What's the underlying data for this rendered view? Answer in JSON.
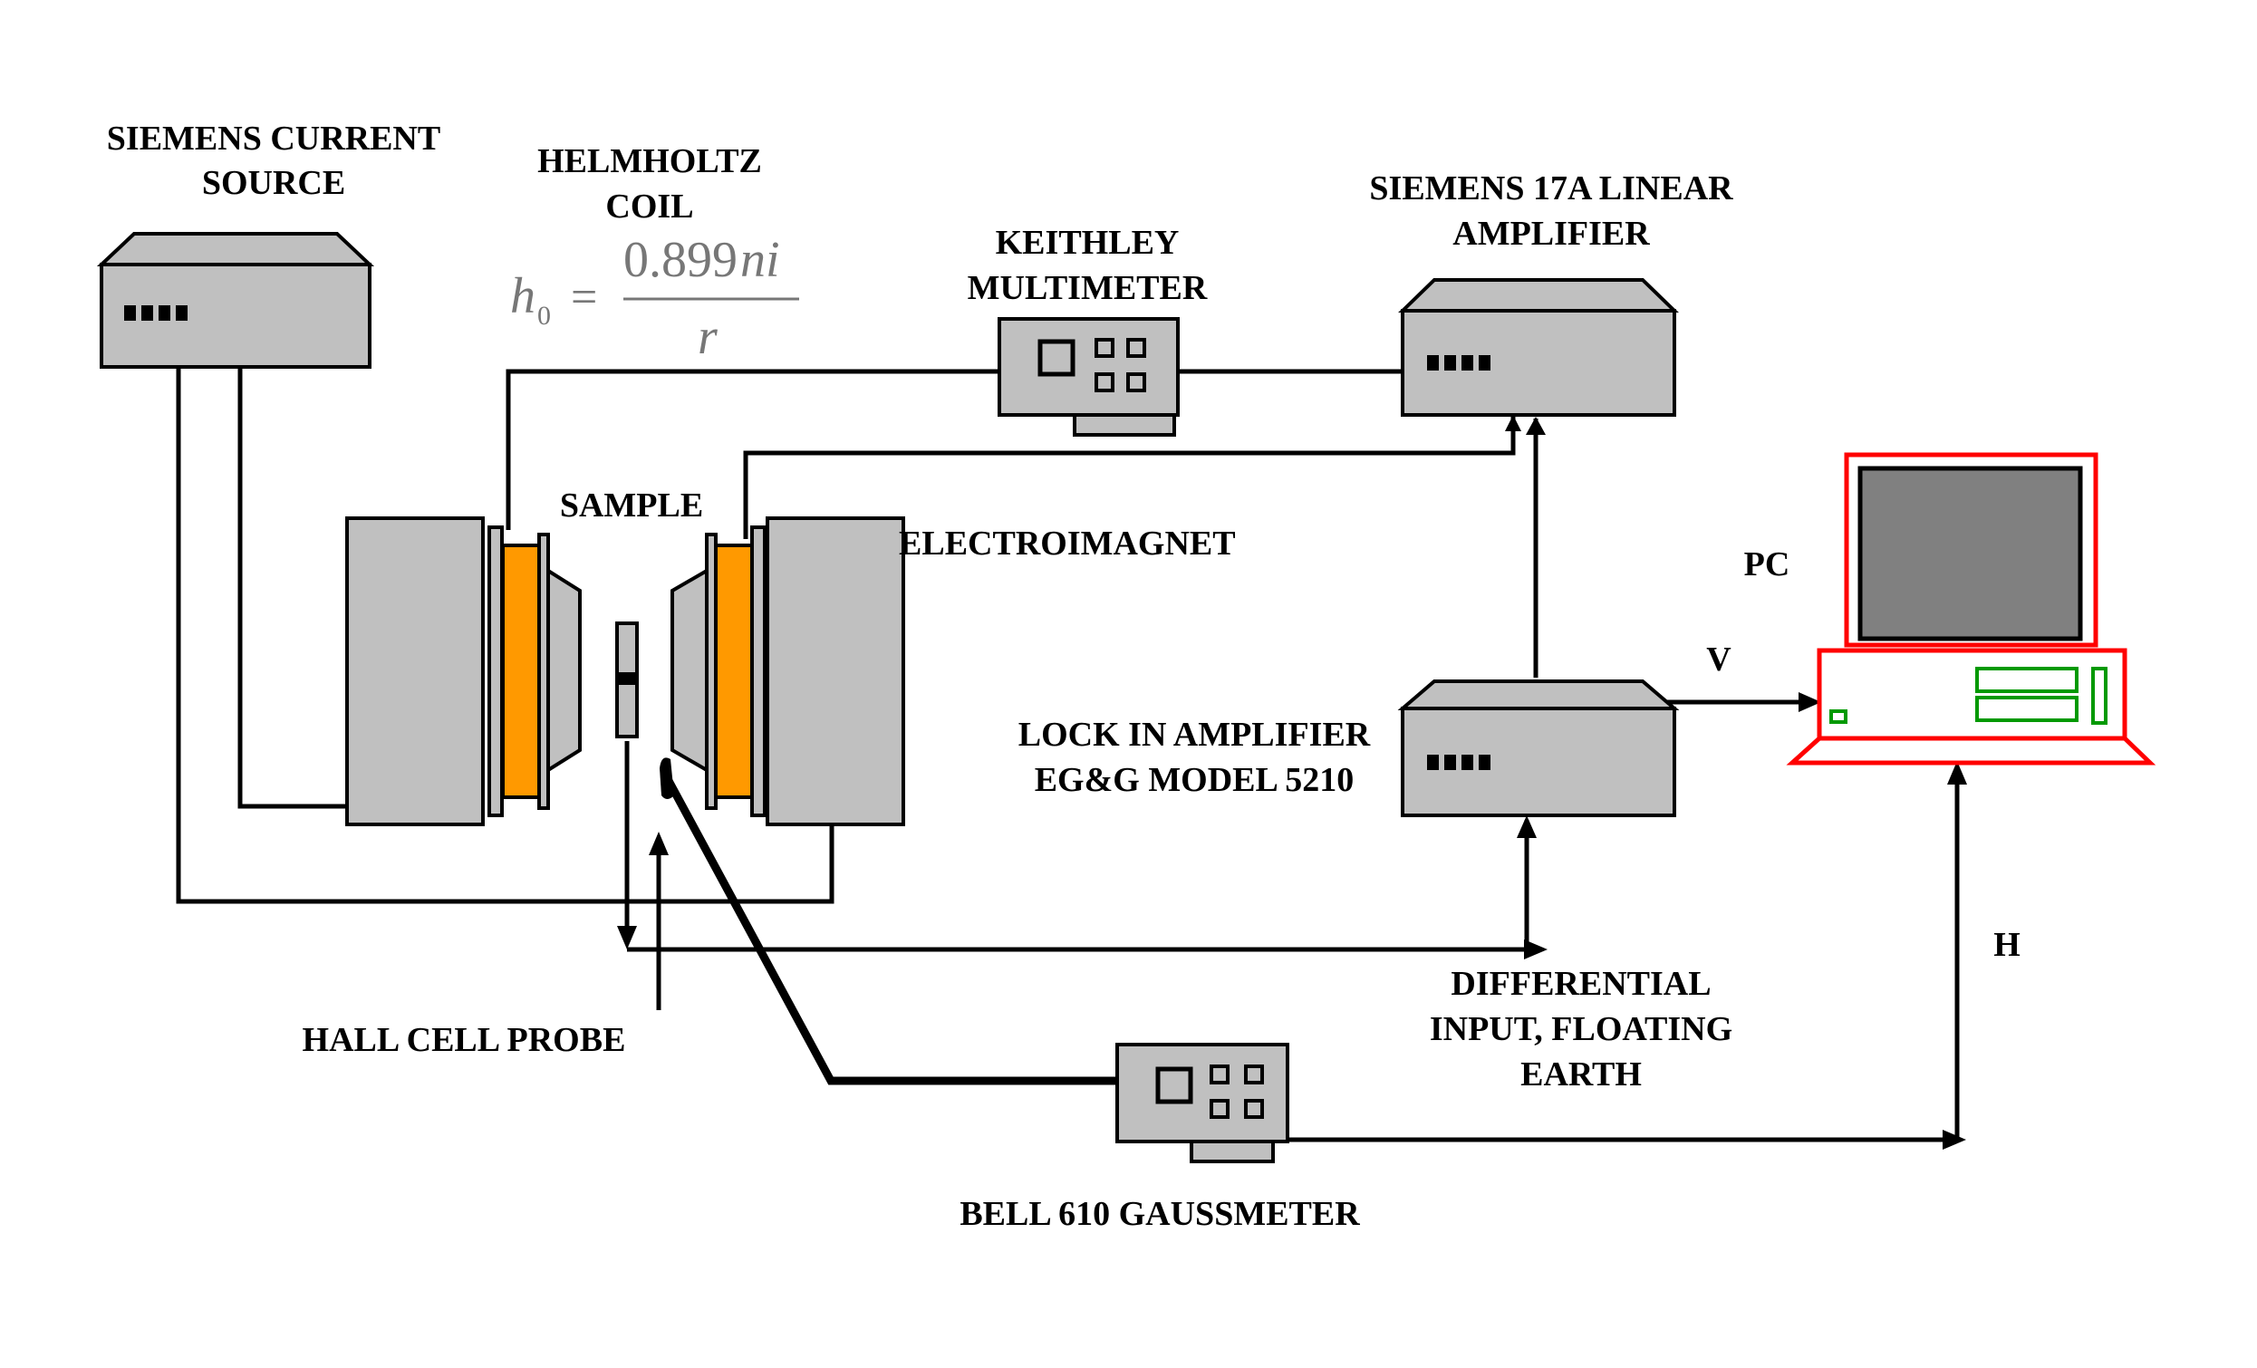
{
  "labels": {
    "siemens_current_source_1": "SIEMENS CURRENT",
    "siemens_current_source_2": "SOURCE",
    "helmholtz_1": "HELMHOLTZ",
    "helmholtz_2": "COIL",
    "keithley_1": "KEITHLEY",
    "keithley_2": "MULTIMETER",
    "siemens_amp_1": "SIEMENS 17A LINEAR",
    "siemens_amp_2": "AMPLIFIER",
    "sample": "SAMPLE",
    "electromagnet": "ELECTROIMAGNET",
    "pc": "PC",
    "v": "V",
    "lockin_1": "LOCK IN AMPLIFIER",
    "lockin_2": "EG&G MODEL 5210",
    "h": "H",
    "differential_1": "DIFFERENTIAL",
    "differential_2": "INPUT, FLOATING",
    "differential_3": "EARTH",
    "hall_probe": "HALL CELL PROBE",
    "gaussmeter": "BELL 610 GAUSSMETER"
  },
  "formula": {
    "lhs": "h",
    "lhs_sub": "0",
    "eq": "=",
    "numerator_num": "0.899",
    "numerator_var": "ni",
    "denominator": "r"
  },
  "colors": {
    "device_gray": "#c0c0c0",
    "coil_orange": "#ff9900",
    "pc_red": "#ff0000",
    "pc_screen": "#808080",
    "pc_green": "#009900"
  }
}
